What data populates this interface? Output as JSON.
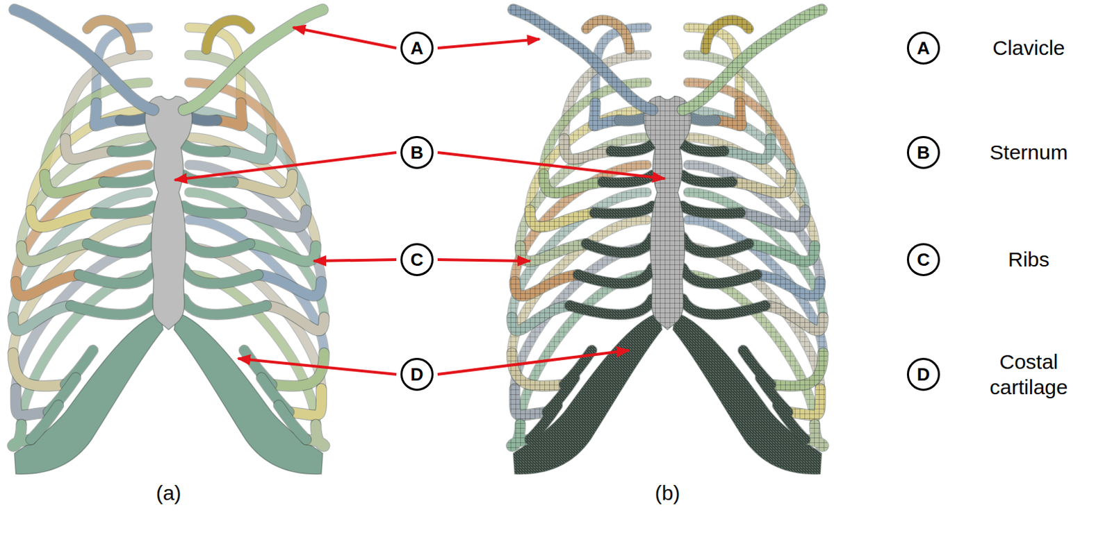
{
  "diagram": {
    "nodes": [
      {
        "text": [
          "A"
        ]
      },
      {
        "text": [
          "A"
        ]
      },
      {
        "text": [
          "B"
        ]
      },
      {
        "text": [
          "B"
        ]
      },
      {
        "text": [
          "C"
        ]
      },
      {
        "text": [
          "C"
        ]
      },
      {
        "text": [
          "D"
        ]
      },
      {
        "text": [
          "D"
        ]
      }
    ],
    "labels": [
      "Clavicle",
      "Sternum",
      "Ribs",
      "Costal cartilage",
      "(a)",
      "(b)"
    ]
  }
}
